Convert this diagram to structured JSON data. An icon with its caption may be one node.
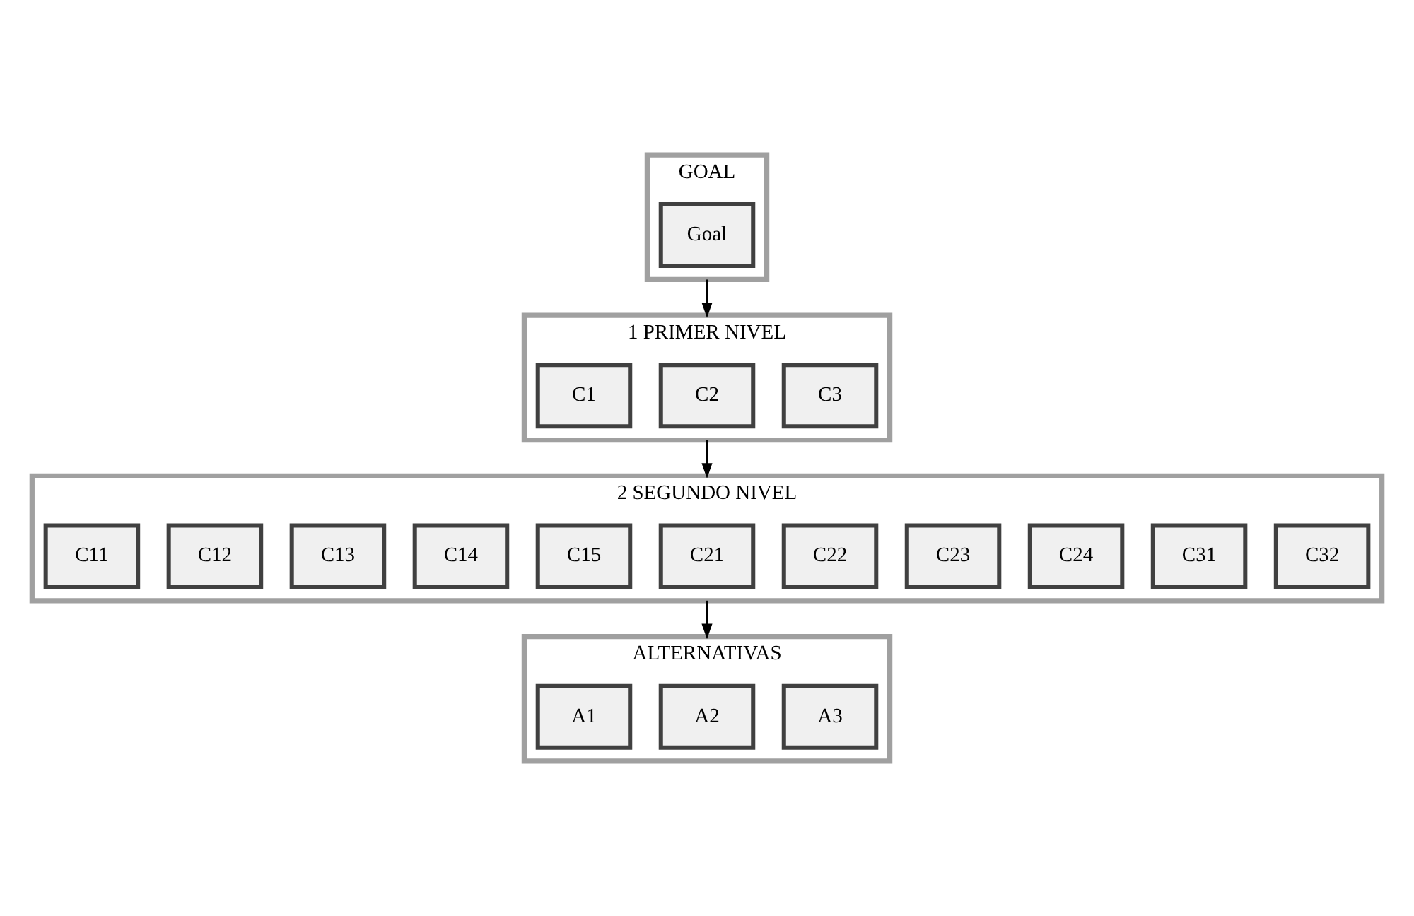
{
  "diagram": {
    "nodes": [
      {
        "text": [
          "GOAL"
        ]
      },
      {
        "text": [
          "Goal"
        ],
        "in": 0
      },
      {
        "text": [
          "1 PRIMER NIVEL"
        ]
      },
      {
        "text": [
          "C1"
        ],
        "in": 2
      },
      {
        "text": [
          "C2"
        ],
        "in": 2
      },
      {
        "text": [
          "C3"
        ],
        "in": 2
      },
      {
        "text": [
          "2 SEGUNDO NIVEL"
        ]
      },
      {
        "text": [
          "C11"
        ],
        "in": 6
      },
      {
        "text": [
          "C12"
        ],
        "in": 6
      },
      {
        "text": [
          "C13"
        ],
        "in": 6
      },
      {
        "text": [
          "C14"
        ],
        "in": 6
      },
      {
        "text": [
          "C15"
        ],
        "in": 6
      },
      {
        "text": [
          "C21"
        ],
        "in": 6
      },
      {
        "text": [
          "C22"
        ],
        "in": 6
      },
      {
        "text": [
          "C23"
        ],
        "in": 6
      },
      {
        "text": [
          "C24"
        ],
        "in": 6
      },
      {
        "text": [
          "C31"
        ],
        "in": 6
      },
      {
        "text": [
          "C32"
        ],
        "in": 6
      },
      {
        "text": [
          "ALTERNATIVAS"
        ]
      },
      {
        "text": [
          "A1"
        ],
        "in": 18
      },
      {
        "text": [
          "A2"
        ],
        "in": 18
      },
      {
        "text": [
          "A3"
        ],
        "in": 18
      }
    ],
    "edges": [
      {
        "from": 0,
        "to": 2,
        "arrow": "to"
      },
      {
        "from": 2,
        "to": 6,
        "arrow": "to"
      },
      {
        "from": 6,
        "to": 18,
        "arrow": "to"
      }
    ]
  }
}
